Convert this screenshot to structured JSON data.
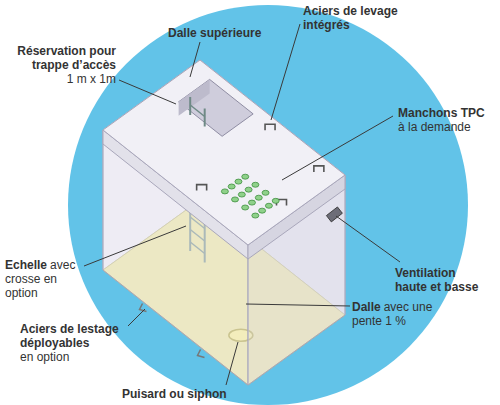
{
  "diagram": {
    "labels": [
      "Réservation pour trappe d’accès",
      "1 m x 1m",
      "Dalle supérieure",
      "Aciers de levage intégrés",
      "Manchons TPC",
      "à la demande",
      "Echelle",
      "avec crosse en option",
      "Ventilation haute et basse",
      "Aciers de lestage déployables",
      "en option",
      "Dalle",
      "avec une pente 1 %",
      "Puisard ou siphon"
    ]
  }
}
